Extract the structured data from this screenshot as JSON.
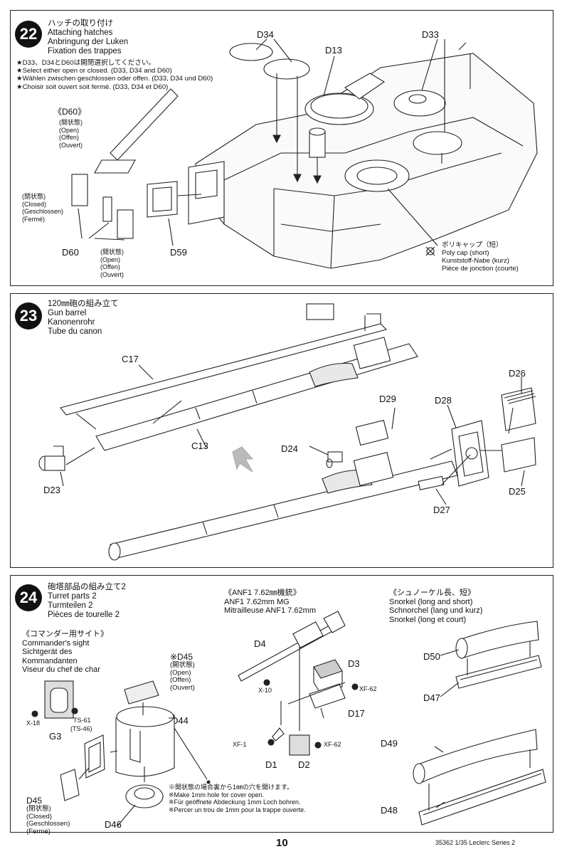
{
  "page_number": "10",
  "footer_code": "35362 1/35 Leclerc Series 2",
  "step22": {
    "num": "22",
    "title_jp": "ハッチの取り付け",
    "title_en": "Attaching hatches",
    "title_de": "Anbringung der Luken",
    "title_fr": "Fixation des trappes",
    "notes": [
      "★D33、D34とD60は開閉選択してください。",
      "★Select either open or closed. (D33, D34 and D60)",
      "★Wählen zwischen geschlossen oder offen. (D33, D34 und D60)",
      "★Choisir soit ouvert soit fermé. (D33, D34 et D60)"
    ],
    "d60_header": "《D60》",
    "open_labels": [
      "(開状態)",
      "(Open)",
      "(Offen)",
      "(Ouvert)"
    ],
    "closed_labels": [
      "(閉状態)",
      "(Closed)",
      "(Geschlossen)",
      "(Fermé)"
    ],
    "open_labels_2": [
      "(開状態)",
      "(Open)",
      "(Offen)",
      "(Ouvert)"
    ],
    "parts": {
      "d34": "D34",
      "d13": "D13",
      "d33": "D33",
      "d60": "D60",
      "d59": "D59"
    },
    "polycap": [
      "ポリキャップ（短）",
      "Poly cap (short)",
      "Kunststoff-Nabe (kurz)",
      "Pièce de jonction (courte)"
    ]
  },
  "step23": {
    "num": "23",
    "title_jp": "120㎜砲の組み立て",
    "title_en": "Gun barrel",
    "title_de": "Kanonenrohr",
    "title_fr": "Tube du canon",
    "parts": {
      "c17": "C17",
      "c13": "C13",
      "d23": "D23",
      "d24": "D24",
      "d29": "D29",
      "d28": "D28",
      "d26": "D26",
      "d25": "D25",
      "d27": "D27"
    }
  },
  "step24": {
    "num": "24",
    "title_jp": "砲塔部品の組み立て2",
    "title_en": "Turret parts 2",
    "title_de": "Turmteilen 2",
    "title_fr": "Pièces de tourelle 2",
    "sight": [
      "《コマンダー用サイト》",
      "Commander's sight",
      "Sichtgerät des",
      "Kommandanten",
      "Viseur du chef de char"
    ],
    "mg": [
      "《ANF1 7.62㎜機銃》",
      "ANF1 7.62mm MG",
      "Mitrailleuse ANF1 7.62mm"
    ],
    "snorkel": [
      "《シュノーケル長、短》",
      "Snorkel (long and short)",
      "Schnorchel (lang und kurz)",
      "Snorkel (long et court)"
    ],
    "d45_open": [
      "※D45",
      "(開状態)",
      "(Open)",
      "(Offen)",
      "(Ouvert)"
    ],
    "d45_closed": [
      "D45",
      "(閉状態)",
      "(Closed)",
      "(Geschlossen)",
      "(Fermé)"
    ],
    "paints": {
      "x18": "X-18",
      "ts61": "TS-61",
      "ts46": "(TS-46)",
      "x10": "X-10",
      "xf62a": "XF-62",
      "xf62b": "XF-62",
      "xf1": "XF-1"
    },
    "parts": {
      "g3": "G3",
      "d44": "D44",
      "d46": "D46",
      "d4": "D4",
      "d3": "D3",
      "d17": "D17",
      "d1": "D1",
      "d2": "D2",
      "d50": "D50",
      "d47": "D47",
      "d49": "D49",
      "d48": "D48"
    },
    "hole_notes": [
      "※開状態の場合裏から1㎜の穴を開けます。",
      "※Make 1mm hole for cover open.",
      "※Für geöffnete Abdeckung 1mm Loch bohren.",
      "※Percer un trou de 1mm pour la trappe ouverte."
    ]
  }
}
